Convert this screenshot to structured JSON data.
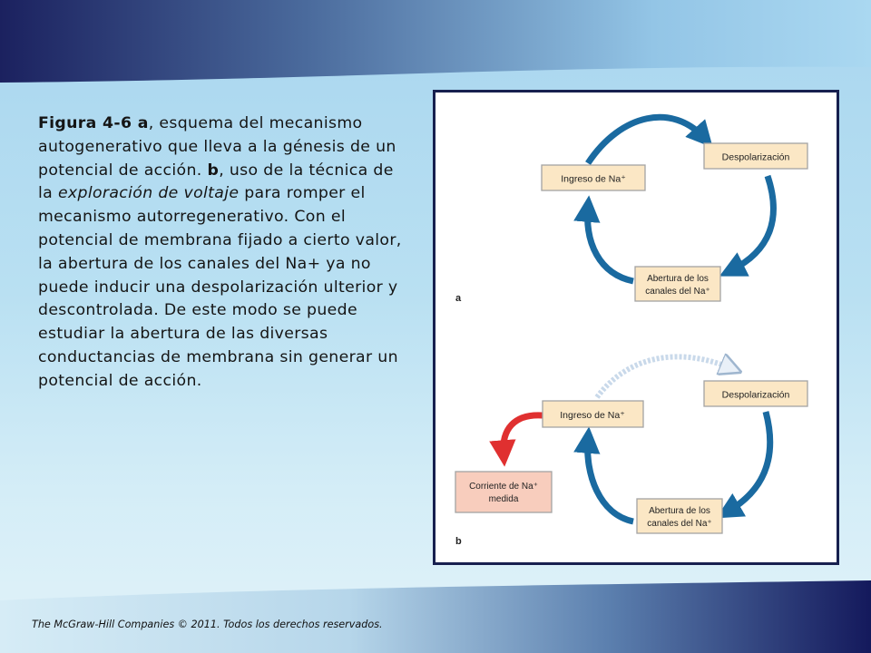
{
  "caption": {
    "fig_label": "Figura 4-6 a",
    "part_a": ", esquema del mecanismo autogenerativo que lleva a la génesis de un potencial de acción. ",
    "b_label": "b",
    "part_b_pre": ", uso de la técnica de la ",
    "italic_term": "exploración de voltaje",
    "part_b_post": " para romper el mecanismo autorregenerativo. Con el potencial de membrana fijado a cierto valor, la abertura de los canales del Na+ ya no puede inducir una despolarización ulterior y descontrolada. De este modo se puede estudiar la abertura de las diversas conductancias de membrana sin generar un potencial de acción."
  },
  "diagram": {
    "panel_a": {
      "label": "a",
      "node_ingreso": "Ingreso de Na⁺",
      "node_despolarizacion": "Despolarización",
      "node_abertura_line1": "Abertura de los",
      "node_abertura_line2": "canales del Na⁺"
    },
    "panel_b": {
      "label": "b",
      "node_ingreso": "Ingreso de Na⁺",
      "node_despolarizacion": "Despolarización",
      "node_abertura_line1": "Abertura de los",
      "node_abertura_line2": "canales del Na⁺",
      "node_corriente_line1": "Corriente de Na⁺",
      "node_corriente_line2": "medida"
    },
    "colors": {
      "arrow_blue": "#1a6aa0",
      "arrow_red": "#e03030",
      "arrow_dotted": "#c9d9ea",
      "box_fill": "#fbe7c5",
      "box_red_fill": "#f8cdbd"
    }
  },
  "footer": {
    "text": "The McGraw-Hill Companies © 2011. Todos los derechos reservados."
  }
}
